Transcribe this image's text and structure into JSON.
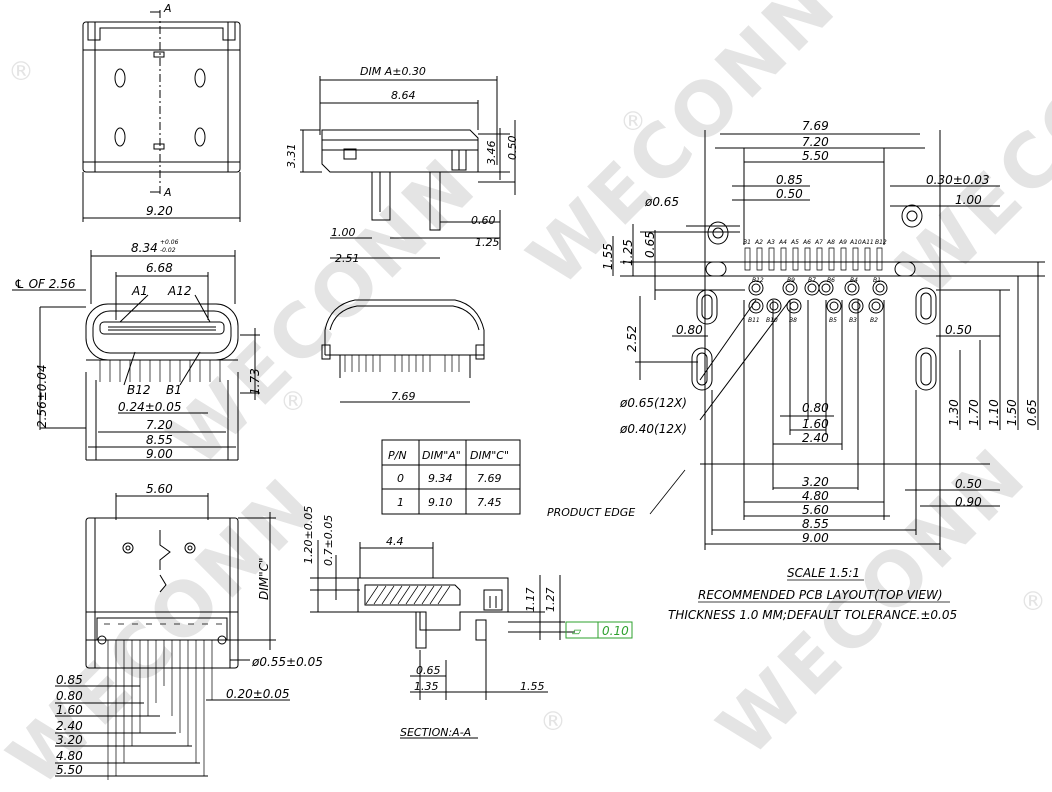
{
  "watermark": {
    "text": "WECONN",
    "mark": "®"
  },
  "front_view": {
    "section_mark": "A",
    "width": "9.20"
  },
  "side_view": {
    "dim_a": "DIM A±0.30",
    "length": "8.64",
    "height": "3.31",
    "h346": "3.46",
    "h050": "0.50",
    "d060": "0.60",
    "d100": "1.00",
    "d125": "1.25",
    "d251": "2.51"
  },
  "top_view": {
    "width": "7.69"
  },
  "mouth_view": {
    "outer": "8.34",
    "tol_upper": "+0.06",
    "tol_lower": "-0.02",
    "inner": "6.68",
    "chamfer": "℄ OF 2.56",
    "pin_a1": "A1",
    "pin_a12": "A12",
    "pin_b12": "B12",
    "pin_b1": "B1",
    "pitch": "0.24±0.05",
    "d720": "7.20",
    "d855": "8.55",
    "d900": "9.00",
    "height_left": "2.56±0.04",
    "height_right": "1.73"
  },
  "pn_table": {
    "headers": [
      "P/N",
      "DIM\"A\"",
      "DIM\"C\""
    ],
    "rows": [
      [
        "0",
        "9.34",
        "7.69"
      ],
      [
        "1",
        "9.10",
        "7.45"
      ]
    ]
  },
  "bottom_view": {
    "width": "5.60",
    "dim_c": "DIM\"C\"",
    "hole": "ø0.55±0.05",
    "pin_width": "0.20±0.05",
    "ladder": [
      "0.85",
      "0.80",
      "1.60",
      "2.40",
      "3.20",
      "4.80",
      "5.50"
    ]
  },
  "section_view": {
    "v120": "1.20±0.05",
    "v070": "0.7±0.05",
    "w44": "4.4",
    "h117": "1.17",
    "h127": "1.27",
    "flat_symbol": "⏥",
    "flatness": "0.10",
    "d065": "0.65",
    "d135": "1.35",
    "d155": "1.55",
    "title": "SECTION:A-A",
    "product_edge": "PRODUCT EDGE"
  },
  "pcb_layout": {
    "d769": "7.69",
    "d720": "7.20",
    "d550": "5.50",
    "d085": "0.85",
    "d050": "0.50",
    "d030": "0.30±0.03",
    "d100": "1.00",
    "phi065": "ø0.65",
    "v155": "1.55",
    "v125": "1.25",
    "v065": "0.65",
    "v252": "2.52",
    "d080l": "0.80",
    "d050r": "0.50",
    "phi065x12": "ø0.65(12X)",
    "phi040x12": "ø0.40(12X)",
    "b080": "0.80",
    "b160": "1.60",
    "b240": "2.40",
    "b320": "3.20",
    "b480": "4.80",
    "b560": "5.60",
    "b855": "8.55",
    "b900": "9.00",
    "r050": "0.50",
    "r090": "0.90",
    "v130": "1.30",
    "v170": "1.70",
    "v110": "1.10",
    "v150": "1.50",
    "v065r": "0.65",
    "pins_a": [
      "B1",
      "A2",
      "A3",
      "A4",
      "A5",
      "A6",
      "A7",
      "A8",
      "A9",
      "A10",
      "A11",
      "B12"
    ],
    "pins_b_top": [
      "B12",
      "B9",
      "B7",
      "B6",
      "B4",
      "B1"
    ],
    "pins_b_bottom": [
      "B11",
      "B10",
      "B8",
      "B5",
      "B3",
      "B2"
    ]
  },
  "notes": {
    "scale": "SCALE 1.5:1",
    "title": "RECOMMENDED PCB LAYOUT(TOP VIEW)",
    "thickness": "THICKNESS 1.0 MM;DEFAULT TOLERANCE.±0.05"
  }
}
